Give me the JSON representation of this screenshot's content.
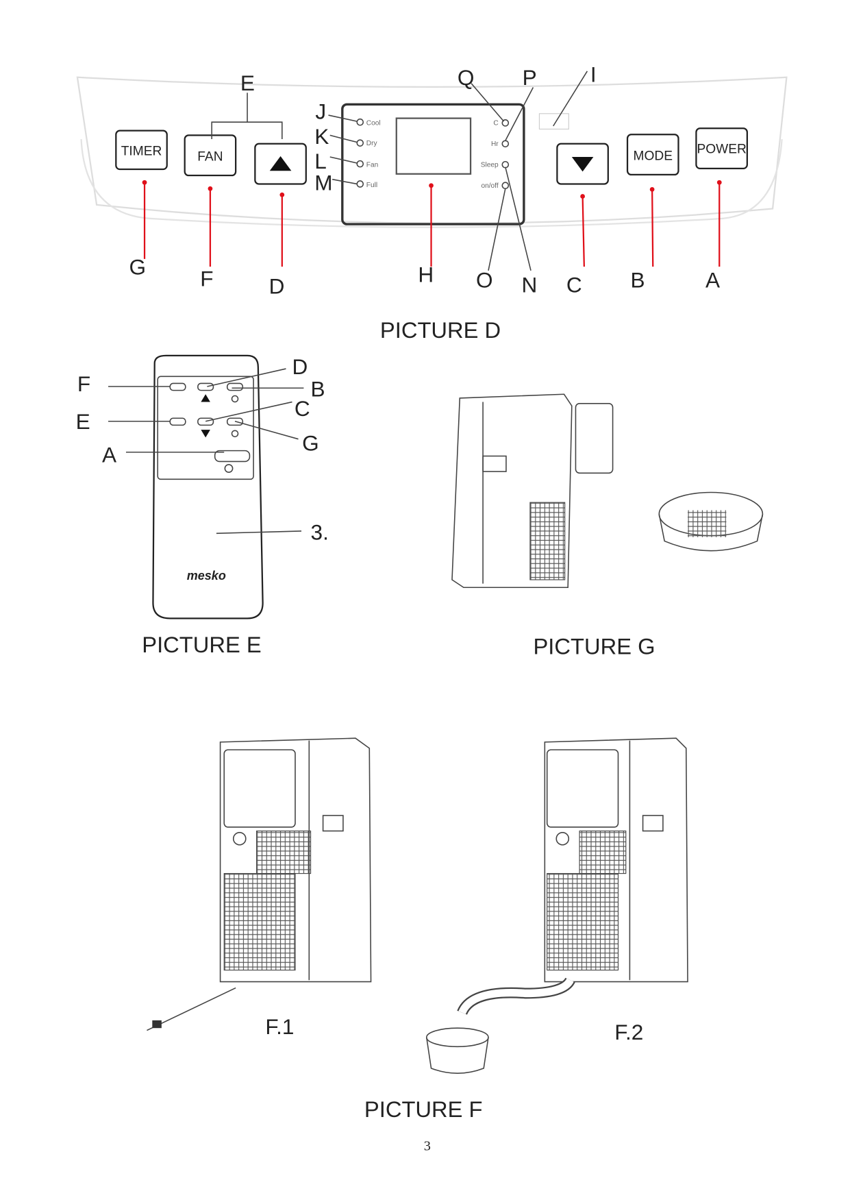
{
  "picture_d": {
    "caption": "PICTURE D",
    "buttons": {
      "timer": "TIMER",
      "fan": "FAN",
      "mode": "MODE",
      "power": "POWER"
    },
    "indicators_left": [
      "Cool",
      "Dry",
      "Fan",
      "Full"
    ],
    "indicators_right": [
      "C",
      "Hr",
      "Sleep",
      "on/off"
    ],
    "labels": {
      "A": "A",
      "B": "B",
      "C": "C",
      "D": "D",
      "E": "E",
      "F": "F",
      "G": "G",
      "H": "H",
      "I": "I",
      "J": "J",
      "K": "K",
      "L": "L",
      "M": "M",
      "N": "N",
      "O": "O",
      "P": "P",
      "Q": "Q"
    }
  },
  "picture_e": {
    "caption": "PICTURE E",
    "labels": {
      "F": "F",
      "D": "D",
      "B": "B",
      "E": "E",
      "C": "C",
      "G": "G",
      "A": "A",
      "three": "3."
    },
    "brand": "mesko"
  },
  "picture_g": {
    "caption": "PICTURE G"
  },
  "picture_f": {
    "caption": "PICTURE F",
    "sub1": "F.1",
    "sub2": "F.2"
  },
  "page_number": "3"
}
